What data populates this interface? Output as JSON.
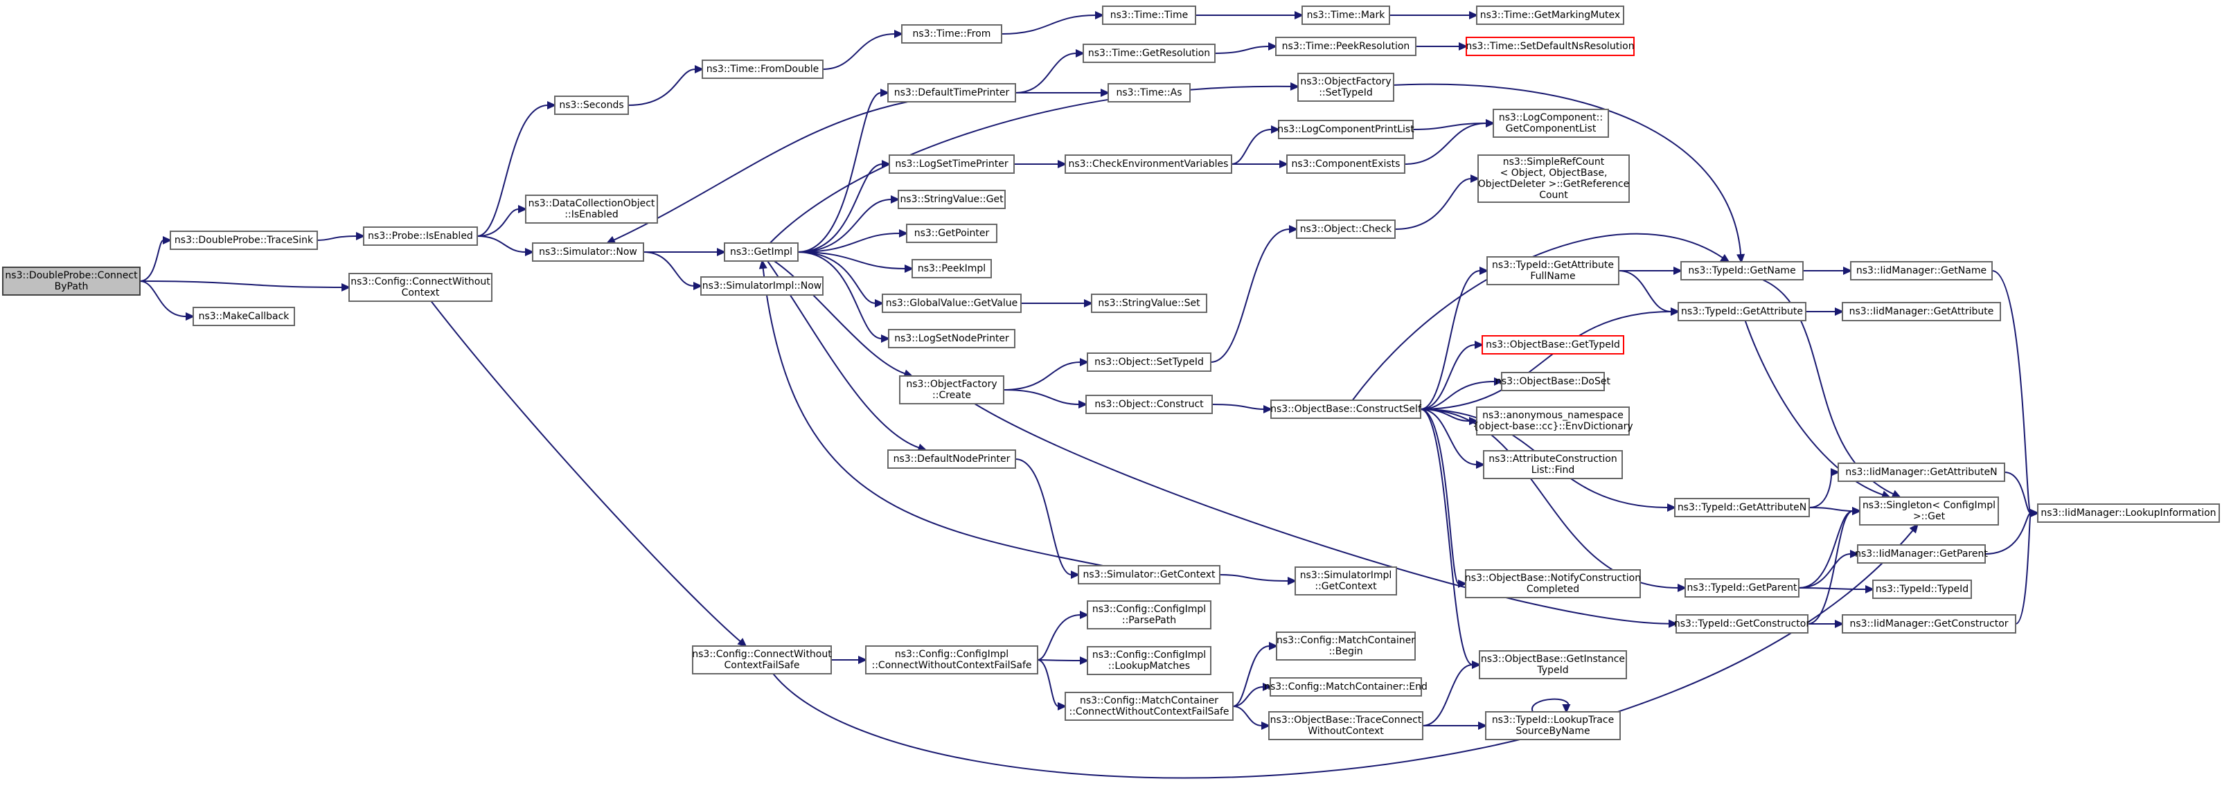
{
  "nodes": [
    {
      "id": "root",
      "lines": [
        "ns3::DoubleProbe::Connect",
        "ByPath"
      ],
      "root": true
    },
    {
      "id": "tracesink",
      "lines": [
        "ns3::DoubleProbe::TraceSink"
      ]
    },
    {
      "id": "cfgconnwoctx",
      "lines": [
        "ns3::Config::ConnectWithout",
        "Context"
      ]
    },
    {
      "id": "makecallback",
      "lines": [
        "ns3::MakeCallback"
      ]
    },
    {
      "id": "probeisenabled",
      "lines": [
        "ns3::Probe::IsEnabled"
      ]
    },
    {
      "id": "seconds",
      "lines": [
        "ns3::Seconds"
      ]
    },
    {
      "id": "dcoisenabled",
      "lines": [
        "ns3::DataCollectionObject",
        "::IsEnabled"
      ]
    },
    {
      "id": "simnow",
      "lines": [
        "ns3::Simulator::Now"
      ]
    },
    {
      "id": "timefromdouble",
      "lines": [
        "ns3::Time::FromDouble"
      ]
    },
    {
      "id": "getimpl",
      "lines": [
        "ns3::GetImpl"
      ]
    },
    {
      "id": "simimplnow",
      "lines": [
        "ns3::SimulatorImpl::Now"
      ]
    },
    {
      "id": "cfgconnwoctxfs",
      "lines": [
        "ns3::Config::ConnectWithout",
        "ContextFailSafe"
      ]
    },
    {
      "id": "timefrom",
      "lines": [
        "ns3::Time::From"
      ]
    },
    {
      "id": "deftimeprinter",
      "lines": [
        "ns3::DefaultTimePrinter"
      ]
    },
    {
      "id": "logsettimeprinter",
      "lines": [
        "ns3::LogSetTimePrinter"
      ]
    },
    {
      "id": "stringvalueget",
      "lines": [
        "ns3::StringValue::Get"
      ]
    },
    {
      "id": "getpointer",
      "lines": [
        "ns3::GetPointer"
      ]
    },
    {
      "id": "peekimpl",
      "lines": [
        "ns3::PeekImpl"
      ]
    },
    {
      "id": "gvgetvalue",
      "lines": [
        "ns3::GlobalValue::GetValue"
      ]
    },
    {
      "id": "logsetnodeprinter",
      "lines": [
        "ns3::LogSetNodePrinter"
      ]
    },
    {
      "id": "objfactorycreate",
      "lines": [
        "ns3::ObjectFactory",
        "::Create"
      ]
    },
    {
      "id": "defnodeprinter",
      "lines": [
        "ns3::DefaultNodePrinter"
      ]
    },
    {
      "id": "cfgimplconnfs",
      "lines": [
        "ns3::Config::ConfigImpl",
        "::ConnectWithoutContextFailSafe"
      ]
    },
    {
      "id": "timetime",
      "lines": [
        "ns3::Time::Time"
      ]
    },
    {
      "id": "timegetres",
      "lines": [
        "ns3::Time::GetResolution"
      ]
    },
    {
      "id": "timeas",
      "lines": [
        "ns3::Time::As"
      ]
    },
    {
      "id": "checkenv",
      "lines": [
        "ns3::CheckEnvironmentVariables"
      ]
    },
    {
      "id": "stringvalueset",
      "lines": [
        "ns3::StringValue::Set"
      ]
    },
    {
      "id": "objectsettypeid",
      "lines": [
        "ns3::Object::SetTypeId"
      ]
    },
    {
      "id": "objectconstruct",
      "lines": [
        "ns3::Object::Construct"
      ]
    },
    {
      "id": "simgetcontext",
      "lines": [
        "ns3::Simulator::GetContext"
      ]
    },
    {
      "id": "cfgimplparsepath",
      "lines": [
        "ns3::Config::ConfigImpl",
        "::ParsePath"
      ]
    },
    {
      "id": "cfgimpllookup",
      "lines": [
        "ns3::Config::ConfigImpl",
        "::LookupMatches"
      ]
    },
    {
      "id": "mcconnfs",
      "lines": [
        "ns3::Config::MatchContainer",
        "::ConnectWithoutContextFailSafe"
      ]
    },
    {
      "id": "timemark",
      "lines": [
        "ns3::Time::Mark"
      ]
    },
    {
      "id": "timepeekres",
      "lines": [
        "ns3::Time::PeekResolution"
      ]
    },
    {
      "id": "ofsettypeid",
      "lines": [
        "ns3::ObjectFactory",
        "::SetTypeId"
      ]
    },
    {
      "id": "lcprintlist",
      "lines": [
        "ns3::LogComponentPrintList"
      ]
    },
    {
      "id": "compexists",
      "lines": [
        "ns3::ComponentExists"
      ]
    },
    {
      "id": "objectcheck",
      "lines": [
        "ns3::Object::Check"
      ]
    },
    {
      "id": "obconstructself",
      "lines": [
        "ns3::ObjectBase::ConstructSelf"
      ]
    },
    {
      "id": "simimplgetcontext",
      "lines": [
        "ns3::SimulatorImpl",
        "::GetContext"
      ]
    },
    {
      "id": "mcbegin",
      "lines": [
        "ns3::Config::MatchContainer",
        "::Begin"
      ]
    },
    {
      "id": "mcend",
      "lines": [
        "ns3::Config::MatchContainer::End"
      ]
    },
    {
      "id": "obtraceconnect",
      "lines": [
        "ns3::ObjectBase::TraceConnect",
        "WithoutContext"
      ]
    },
    {
      "id": "timegetmarkingmutex",
      "lines": [
        "ns3::Time::GetMarkingMutex"
      ]
    },
    {
      "id": "timesetdefaultns",
      "lines": [
        "ns3::Time::SetDefaultNsResolution"
      ],
      "red": true
    },
    {
      "id": "lcgetcomplist",
      "lines": [
        "ns3::LogComponent::",
        "GetComponentList"
      ]
    },
    {
      "id": "simplerefcount",
      "lines": [
        "ns3::SimpleRefCount",
        "< Object, ObjectBase,",
        "ObjectDeleter >::GetReference",
        "Count"
      ]
    },
    {
      "id": "tidgetattrfullname",
      "lines": [
        "ns3::TypeId::GetAttribute",
        "FullName"
      ]
    },
    {
      "id": "obgettypeid",
      "lines": [
        "ns3::ObjectBase::GetTypeId"
      ],
      "red": true
    },
    {
      "id": "obdoset",
      "lines": [
        "ns3::ObjectBase::DoSet"
      ]
    },
    {
      "id": "anonenvdict",
      "lines": [
        "ns3::anonymous_namespace",
        "{object-base::cc}::EnvDictionary"
      ]
    },
    {
      "id": "acllistfind",
      "lines": [
        "ns3::AttributeConstruction",
        "List::Find"
      ]
    },
    {
      "id": "obnotifyconstruction",
      "lines": [
        "ns3::ObjectBase::NotifyConstruction",
        "Completed"
      ]
    },
    {
      "id": "obgetinstancetypeid",
      "lines": [
        "ns3::ObjectBase::GetInstance",
        "TypeId"
      ]
    },
    {
      "id": "tidlookuptrace",
      "lines": [
        "ns3::TypeId::LookupTrace",
        "SourceByName"
      ]
    },
    {
      "id": "tidgetname",
      "lines": [
        "ns3::TypeId::GetName"
      ]
    },
    {
      "id": "tidgetattribute",
      "lines": [
        "ns3::TypeId::GetAttribute"
      ]
    },
    {
      "id": "tidgetattributen",
      "lines": [
        "ns3::TypeId::GetAttributeN"
      ]
    },
    {
      "id": "tidgetparent",
      "lines": [
        "ns3::TypeId::GetParent"
      ]
    },
    {
      "id": "tidgetconstructor",
      "lines": [
        "ns3::TypeId::GetConstructor"
      ]
    },
    {
      "id": "iidgetname",
      "lines": [
        "ns3::IidManager::GetName"
      ]
    },
    {
      "id": "iidgetattribute",
      "lines": [
        "ns3::IidManager::GetAttribute"
      ]
    },
    {
      "id": "iidgetattributen",
      "lines": [
        "ns3::IidManager::GetAttributeN"
      ]
    },
    {
      "id": "singletonget",
      "lines": [
        "ns3::Singleton< ConfigImpl",
        ">::Get"
      ]
    },
    {
      "id": "iidgetparent",
      "lines": [
        "ns3::IidManager::GetParent"
      ]
    },
    {
      "id": "tidtypeid",
      "lines": [
        "ns3::TypeId::TypeId"
      ]
    },
    {
      "id": "iidgetconstructor",
      "lines": [
        "ns3::IidManager::GetConstructor"
      ]
    },
    {
      "id": "iidlookupinfo",
      "lines": [
        "ns3::IidManager::LookupInformation"
      ]
    }
  ],
  "edges": [
    [
      "root",
      "tracesink"
    ],
    [
      "root",
      "cfgconnwoctx"
    ],
    [
      "root",
      "makecallback"
    ],
    [
      "tracesink",
      "probeisenabled"
    ],
    [
      "probeisenabled",
      "seconds"
    ],
    [
      "probeisenabled",
      "dcoisenabled"
    ],
    [
      "probeisenabled",
      "simnow"
    ],
    [
      "seconds",
      "timefromdouble"
    ],
    [
      "timefromdouble",
      "timefrom"
    ],
    [
      "timefrom",
      "timetime"
    ],
    [
      "timetime",
      "timemark"
    ],
    [
      "timemark",
      "timegetmarkingmutex"
    ],
    [
      "simnow",
      "getimpl"
    ],
    [
      "simnow",
      "simimplnow"
    ],
    [
      "getimpl",
      "deftimeprinter"
    ],
    [
      "getimpl",
      "logsettimeprinter"
    ],
    [
      "getimpl",
      "stringvalueget"
    ],
    [
      "getimpl",
      "getpointer"
    ],
    [
      "getimpl",
      "peekimpl"
    ],
    [
      "getimpl",
      "gvgetvalue"
    ],
    [
      "getimpl",
      "logsetnodeprinter"
    ],
    [
      "getimpl",
      "objfactorycreate"
    ],
    [
      "getimpl",
      "defnodeprinter"
    ],
    [
      "getimpl",
      "ofsettypeid"
    ],
    [
      "deftimeprinter",
      "simnow"
    ],
    [
      "deftimeprinter",
      "timegetres"
    ],
    [
      "deftimeprinter",
      "timeas"
    ],
    [
      "timegetres",
      "timepeekres"
    ],
    [
      "timepeekres",
      "timesetdefaultns"
    ],
    [
      "logsettimeprinter",
      "checkenv"
    ],
    [
      "checkenv",
      "lcprintlist"
    ],
    [
      "checkenv",
      "compexists"
    ],
    [
      "lcprintlist",
      "lcgetcomplist"
    ],
    [
      "compexists",
      "lcgetcomplist"
    ],
    [
      "gvgetvalue",
      "stringvalueset"
    ],
    [
      "objfactorycreate",
      "objectsettypeid"
    ],
    [
      "objfactorycreate",
      "objectconstruct"
    ],
    [
      "objfactorycreate",
      "tidgetconstructor"
    ],
    [
      "objectsettypeid",
      "objectcheck"
    ],
    [
      "objectcheck",
      "simplerefcount"
    ],
    [
      "objectconstruct",
      "obconstructself"
    ],
    [
      "defnodeprinter",
      "simgetcontext"
    ],
    [
      "simgetcontext",
      "getimpl"
    ],
    [
      "simgetcontext",
      "simimplgetcontext"
    ],
    [
      "ofsettypeid",
      "tidgetname"
    ],
    [
      "obconstructself",
      "tidgetname"
    ],
    [
      "obconstructself",
      "tidgetattrfullname"
    ],
    [
      "obconstructself",
      "tidgetattribute"
    ],
    [
      "obconstructself",
      "obgettypeid"
    ],
    [
      "obconstructself",
      "obdoset"
    ],
    [
      "obconstructself",
      "anonenvdict"
    ],
    [
      "obconstructself",
      "acllistfind"
    ],
    [
      "obconstructself",
      "tidgetattributen"
    ],
    [
      "obconstructself",
      "obnotifyconstruction"
    ],
    [
      "obconstructself",
      "obgetinstancetypeid"
    ],
    [
      "obconstructself",
      "tidgetparent"
    ],
    [
      "tidgetattrfullname",
      "tidgetname"
    ],
    [
      "tidgetattrfullname",
      "tidgetattribute"
    ],
    [
      "tidgetname",
      "iidgetname"
    ],
    [
      "tidgetname",
      "singletonget"
    ],
    [
      "tidgetattribute",
      "iidgetattribute"
    ],
    [
      "tidgetattribute",
      "singletonget"
    ],
    [
      "tidgetattributen",
      "iidgetattributen"
    ],
    [
      "tidgetattributen",
      "singletonget"
    ],
    [
      "tidgetparent",
      "iidgetparent"
    ],
    [
      "tidgetparent",
      "tidtypeid"
    ],
    [
      "tidgetparent",
      "singletonget"
    ],
    [
      "tidgetconstructor",
      "iidgetconstructor"
    ],
    [
      "tidgetconstructor",
      "singletonget"
    ],
    [
      "iidgetname",
      "iidlookupinfo"
    ],
    [
      "iidgetattributen",
      "iidlookupinfo"
    ],
    [
      "iidgetparent",
      "iidlookupinfo"
    ],
    [
      "iidgetconstructor",
      "iidlookupinfo"
    ],
    [
      "cfgconnwoctx",
      "cfgconnwoctxfs"
    ],
    [
      "cfgconnwoctxfs",
      "cfgimplconnfs"
    ],
    [
      "cfgconnwoctxfs",
      "singletonget"
    ],
    [
      "cfgimplconnfs",
      "cfgimplparsepath"
    ],
    [
      "cfgimplconnfs",
      "cfgimpllookup"
    ],
    [
      "cfgimplconnfs",
      "mcconnfs"
    ],
    [
      "mcconnfs",
      "mcbegin"
    ],
    [
      "mcconnfs",
      "mcend"
    ],
    [
      "mcconnfs",
      "obtraceconnect"
    ],
    [
      "obtraceconnect",
      "obgetinstancetypeid"
    ],
    [
      "obtraceconnect",
      "tidlookuptrace"
    ],
    [
      "tidlookuptrace",
      "tidlookuptrace"
    ]
  ]
}
